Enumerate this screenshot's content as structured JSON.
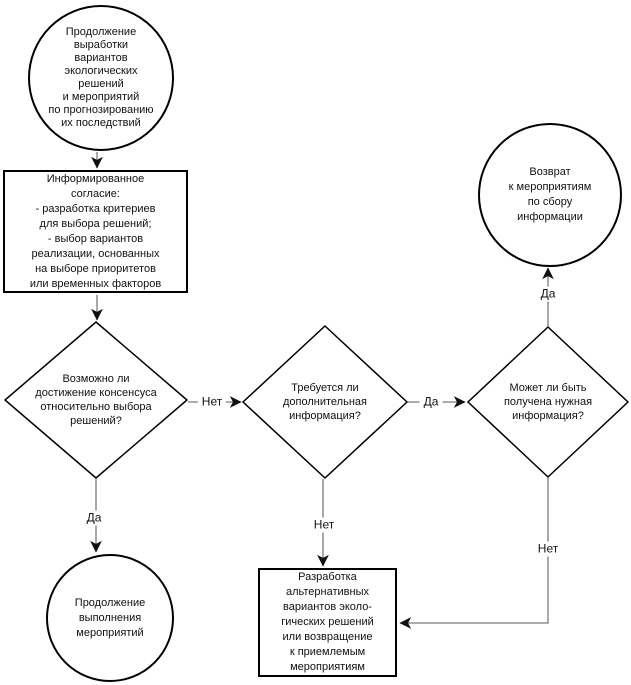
{
  "diagram": {
    "colors": {
      "background": "#ffffff",
      "shape_stroke": "#000000",
      "connector": "#7a7a7a",
      "arrowhead": "#111111"
    },
    "nodes": {
      "start": {
        "shape": "circle",
        "text": "Продолжение\nвыработки\nвариантов\nэкологических\nрешений\nи мероприятий\nпо прогнозированию\nих последствий"
      },
      "consent": {
        "shape": "rect",
        "text": "Информированное\nсогласие:\n- разработка критериев\nдля выбора решений;\n- выбор вариантов\nреализации, основанных\nна выборе приоритетов\nили временных факторов"
      },
      "consensus": {
        "shape": "diamond",
        "text": "Возможно ли\nдостижение консенсуса\nотносительно выбора\nрешений?"
      },
      "more_info": {
        "shape": "diamond",
        "text": "Требуется ли\nдополнительная\nинформация?"
      },
      "obtainable": {
        "shape": "diamond",
        "text": "Может ли быть\nполучена нужная\nинформация?"
      },
      "return_collect": {
        "shape": "circle",
        "text": "Возврат\nк мероприятиям\nпо сбору\nинформации"
      },
      "continue_actions": {
        "shape": "circle",
        "text": "Продолжение\nвыполнения\nмероприятий"
      },
      "alternatives": {
        "shape": "rect",
        "text": "Разработка\nальтернативных\nвариантов эколо-\nгических решений\nили возвращение\nк приемлемым\nмероприятиям"
      }
    },
    "labels": {
      "no_to_more_info": "Нет",
      "yes_to_obtainable": "Да",
      "yes_to_continue": "Да",
      "no_to_alternatives": "Нет",
      "yes_to_return": "Да",
      "no_from_obtainable": "Нет"
    }
  }
}
